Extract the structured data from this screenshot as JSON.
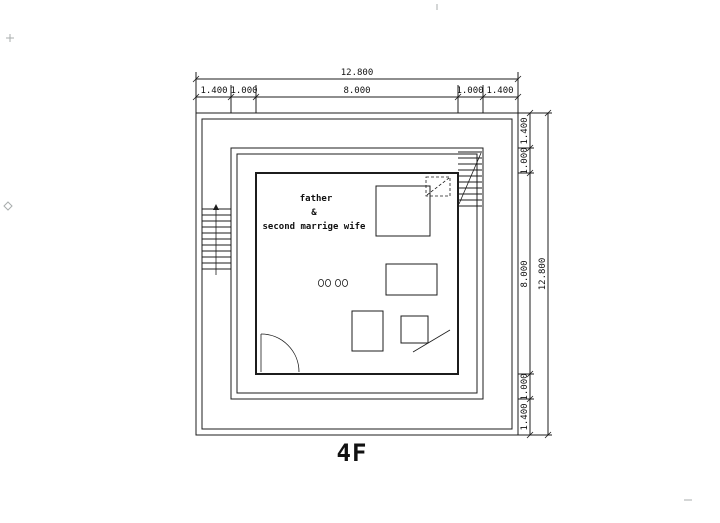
{
  "drawing": {
    "floor_label": "4F",
    "room_label": {
      "line1": "father",
      "line2": "&",
      "line3": "second marrige wife"
    },
    "dim_top": {
      "total": "12.800",
      "segments": [
        "1.400",
        "1.000",
        "8.000",
        "1.000",
        "1.400"
      ]
    },
    "dim_right": {
      "total": "12.800",
      "segments": [
        "1.400",
        "1.000",
        "8.000",
        "1.000",
        "1.400"
      ]
    },
    "colors": {
      "ink": "#1c1c1c",
      "paper": "#ffffff"
    }
  }
}
